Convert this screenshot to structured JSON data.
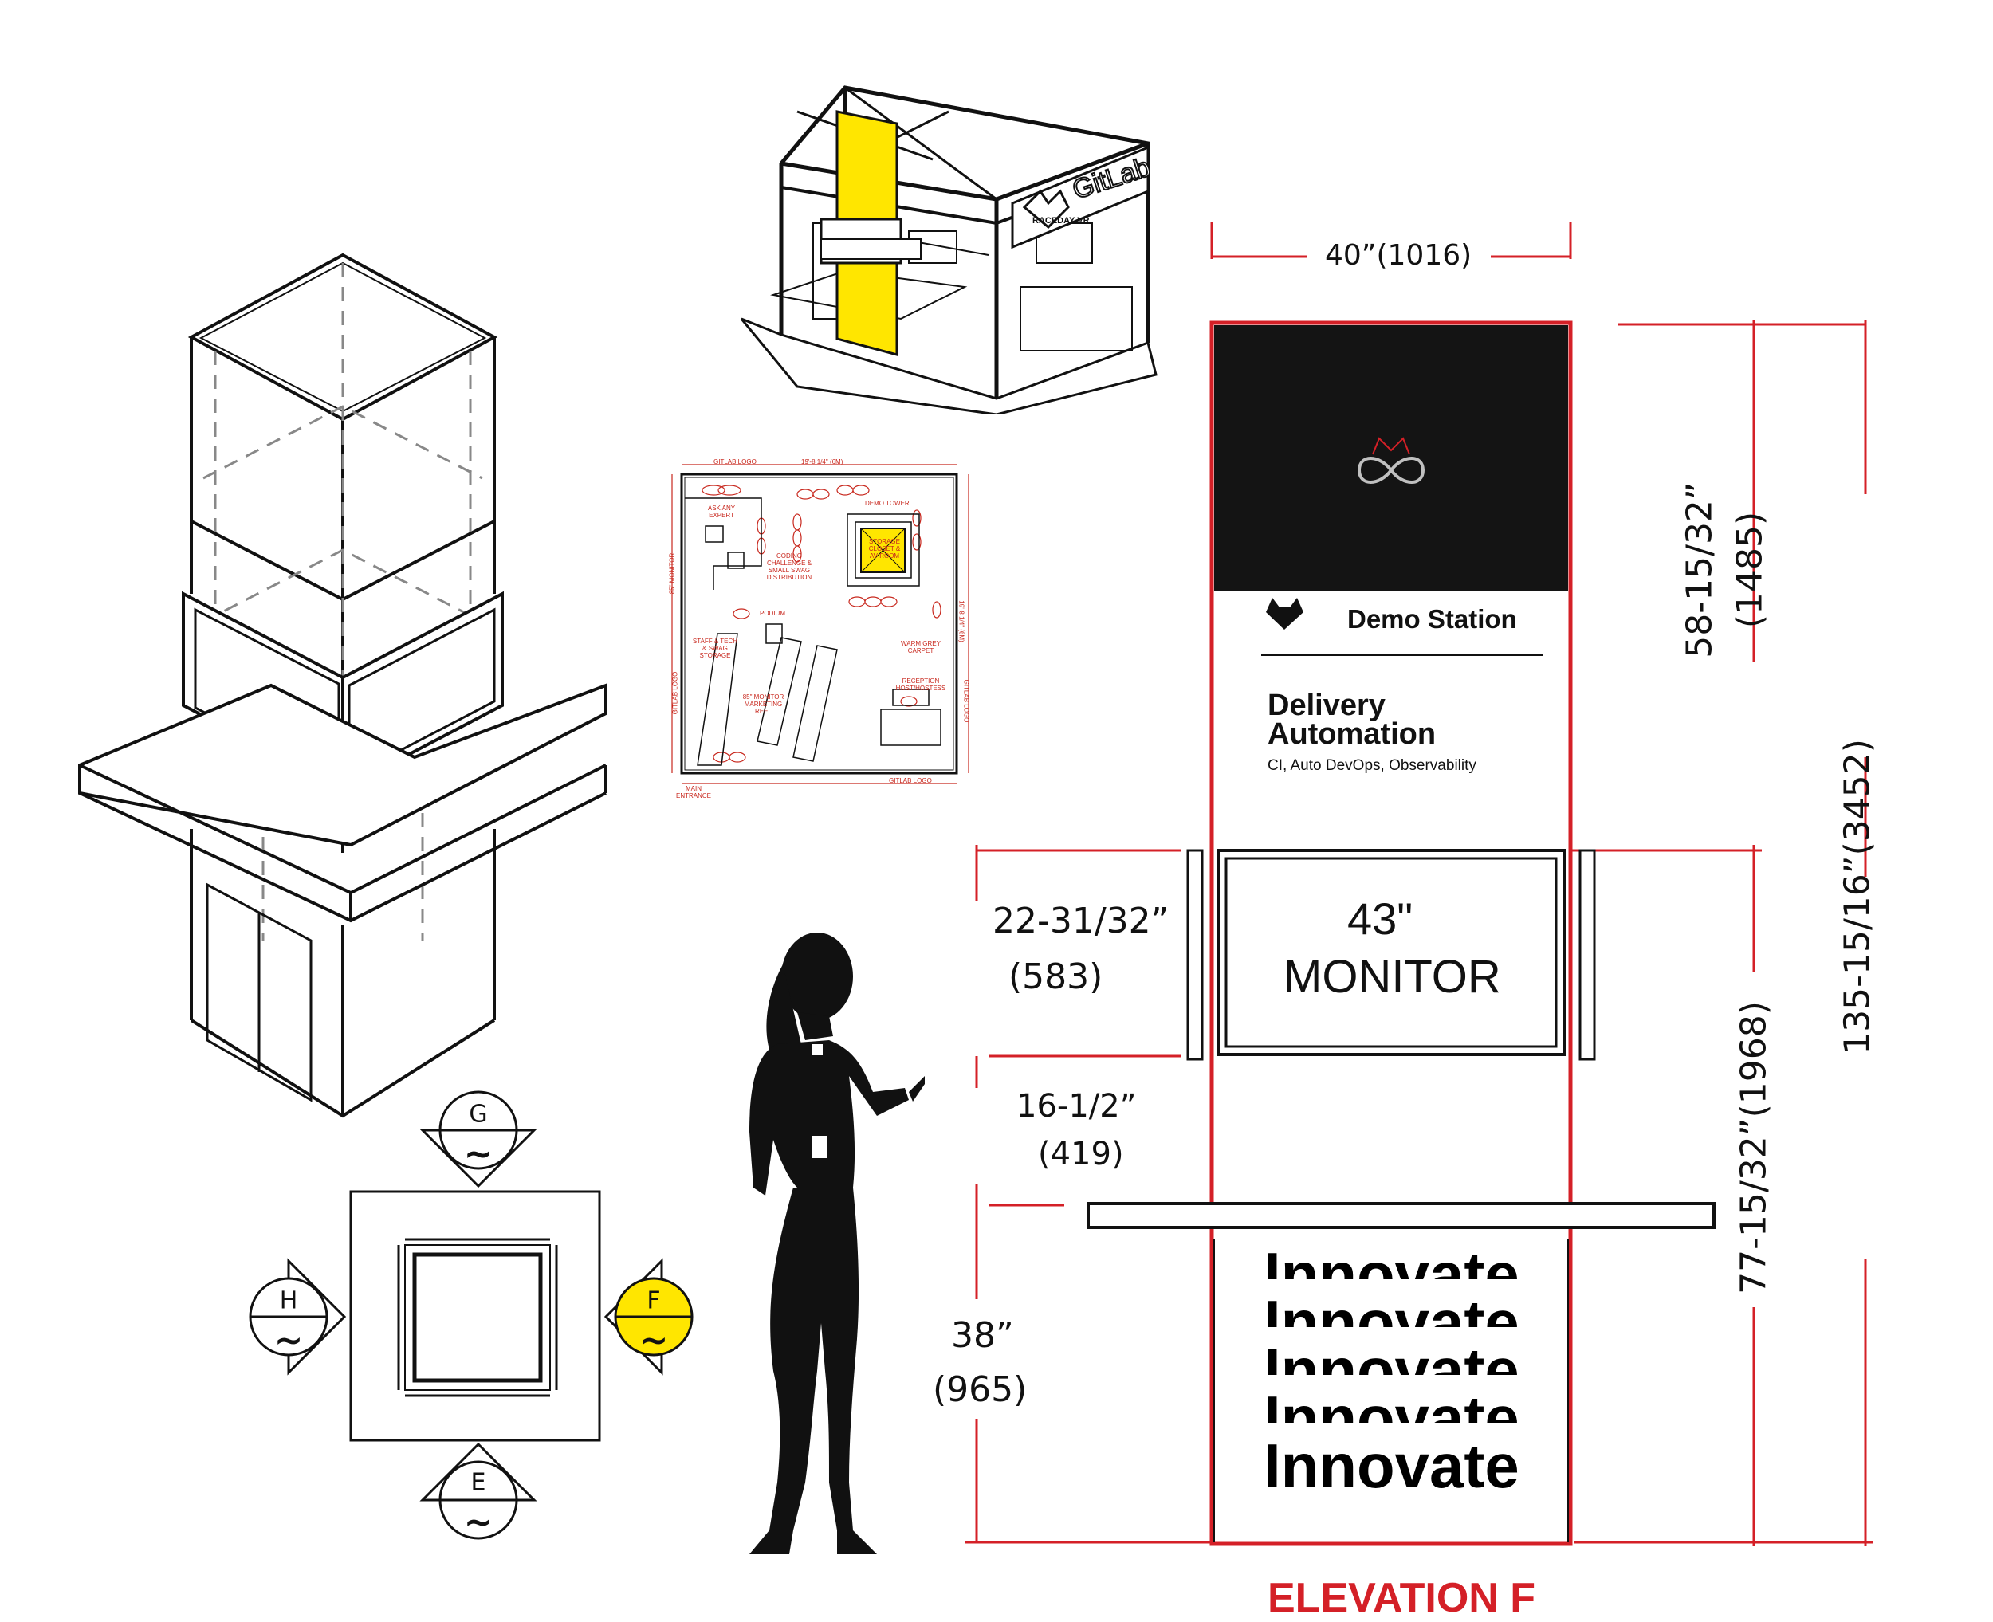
{
  "booth_render": {
    "brand_sign": "GitLab",
    "counter_sign": "RACEDAY VR"
  },
  "floor_plan": {
    "top_logo": "GITLAB LOGO",
    "top_dimension": "19'-8 1/4\" (6M)",
    "right_dimension": "19'-8 1/4\" (6M)",
    "left_monitor": "85\" MONITOR",
    "left_logo": "GITLAB LOGO",
    "right_logo": "GITLAB LOGO",
    "bottom_logo": "GITLAB LOGO",
    "ask_expert": "ASK ANY EXPERT",
    "demo_tower": "DEMO TOWER",
    "storage": "STORAGE CLOSET & AV ROOM",
    "coding": "CODING CHALLENGE & SMALL SWAG DISTRIBUTION",
    "podium": "PODIUM",
    "staff": "STAFF & TECH & SWAG STORAGE",
    "carpet": "WARM GREY CARPET",
    "monitor_reel": "85\" MONITOR MARKETING REEL",
    "reception": "RECEPTION HOST/HOSTESS",
    "entrance": "MAIN ENTRANCE"
  },
  "elevation": {
    "title": "ELEVATION F",
    "width_dim": "40”(1016)",
    "header_dim_a": "58-15/32”",
    "header_dim_b": "(1485)",
    "total_dim": "135-15/16”(3452)",
    "lower_dim": "77-15/32”(1968)",
    "monitor_dim_a": "22-31/32”",
    "monitor_dim_b": "(583)",
    "gap_dim_a": "16-1/2”",
    "gap_dim_b": "(419)",
    "counter_dim_a": "38”",
    "counter_dim_b": "(965)",
    "monitor_size": "43\"",
    "monitor_label": "MONITOR",
    "station_label": "Demo Station",
    "heading_line1": "Delivery",
    "heading_line2": "Automation",
    "subheading": "CI, Auto DevOps, Observability",
    "repeat_word": "Innovate"
  },
  "key_plan": {
    "views": [
      {
        "letter": "G",
        "symbol": "~",
        "highlighted": false
      },
      {
        "letter": "H",
        "symbol": "~",
        "highlighted": false
      },
      {
        "letter": "F",
        "symbol": "~",
        "highlighted": true
      },
      {
        "letter": "E",
        "symbol": "~",
        "highlighted": false
      }
    ]
  },
  "colors": {
    "dimension_red": "#d42027",
    "highlight_yellow": "#ffe600",
    "panel_black": "#141414",
    "title_red": "#d42027"
  }
}
